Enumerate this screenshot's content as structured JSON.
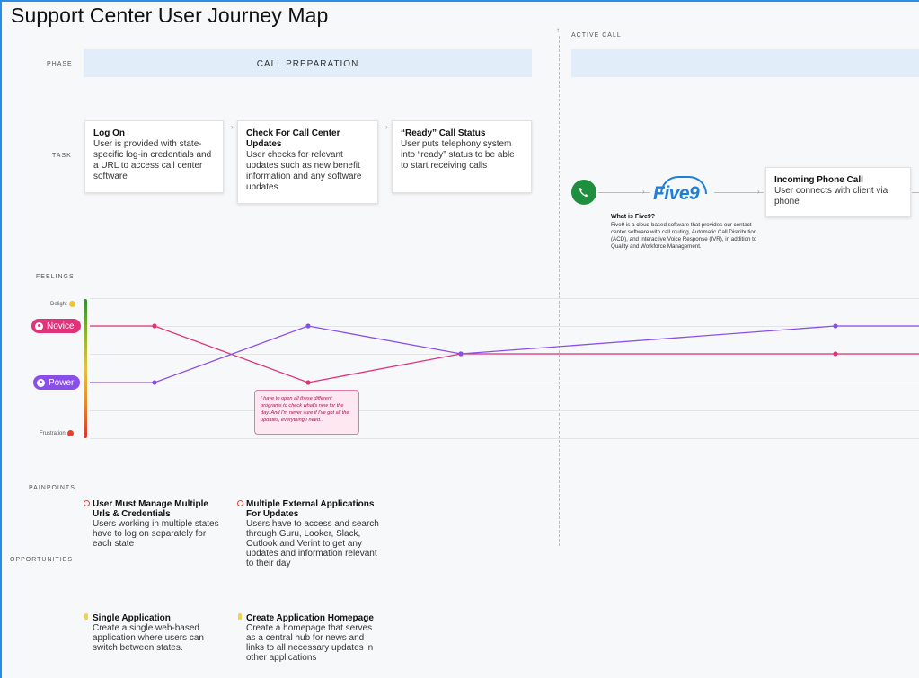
{
  "title": "Support Center User Journey Map",
  "labels": {
    "phase": "PHASE",
    "task": "TASK",
    "feelings": "FEELINGS",
    "painpoints": "PAINPOINTS",
    "opportunities": "OPPORTUNITIES"
  },
  "phases": [
    {
      "name": "CALL PREPARATION"
    },
    {
      "name": "ACTIVE CALL"
    }
  ],
  "tasks": [
    {
      "title": "Log On",
      "desc": "User is provided with state-specific log-in credentials and a URL to access call center software"
    },
    {
      "title": "Check For Call Center Updates",
      "desc": "User checks for relevant updates such as new benefit information and any software updates"
    },
    {
      "title": "“Ready” Call Status",
      "desc": "User puts telephony system into “ready” status to be able to start receiving calls"
    },
    {
      "title": "Incoming Phone Call",
      "desc": "User connects with client via phone"
    }
  ],
  "five9": {
    "logo": "Five9",
    "what_title": "What is Five9?",
    "what_desc": "Five9 is a cloud-based software that provides our contact center software with call routing, Automatic Call Distribution (ACD), and Interactive Voice Response (IVR), in addition to Quality and Workforce Management."
  },
  "feelings": {
    "scale_top": "Delight",
    "scale_bottom": "Frustration",
    "personas": [
      {
        "name": "Novice",
        "color": "#e0337a",
        "levels": [
          4,
          4,
          2,
          3,
          3,
          3
        ]
      },
      {
        "name": "Power",
        "color": "#8a4fea",
        "levels": [
          2,
          2,
          4,
          3,
          4,
          4
        ]
      }
    ],
    "note": "I have to open all these different programs to check what's new for the day. And I'm never sure if I've got all the updates, everything I need..."
  },
  "painpoints": [
    {
      "title": "User Must Manage Multiple Urls & Credentials",
      "desc": "Users working in multiple states have to log on separately for each state"
    },
    {
      "title": "Multiple External Applications For Updates",
      "desc": "Users have to access and search through Guru, Looker, Slack, Outlook and Verint to get any updates and information relevant to their day"
    }
  ],
  "opportunities": [
    {
      "title": "Single Application",
      "desc": "Create a single web-based application where users can switch between states."
    },
    {
      "title": "Create Application Homepage",
      "desc": "Create a homepage that serves as a central hub for news and links to all necessary updates in other applications"
    }
  ],
  "colors": {
    "novice": "#e0337a",
    "power": "#8a4fea",
    "phase_band": "#e1eefa",
    "five9_blue": "#1e7fd8",
    "phone_green": "#1f8f3f"
  },
  "icons": {
    "phone": "phone-icon",
    "painpoint": "warning-icon",
    "opportunity": "lightbulb-icon",
    "persona": "user-icon"
  }
}
